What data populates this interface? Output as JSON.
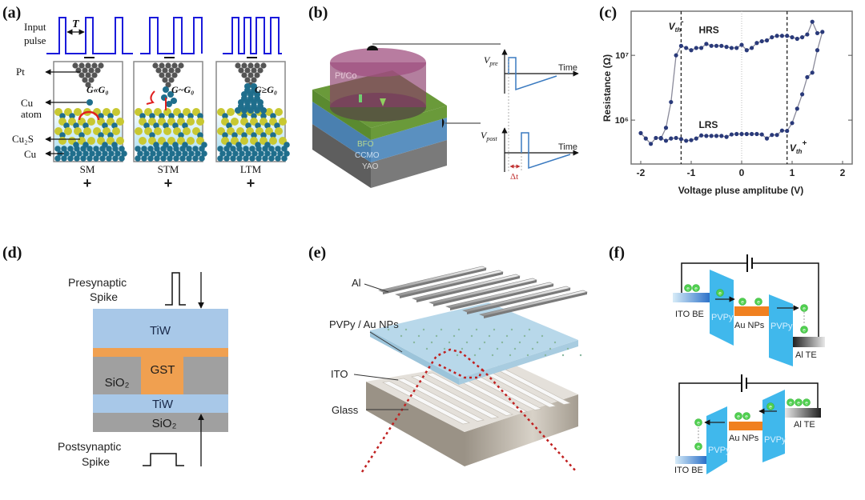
{
  "panels": {
    "a": {
      "label": "(a)",
      "period_label": "T",
      "input_label_1": "Input",
      "input_label_2": "pulse",
      "pt_label": "Pt",
      "cu_atom_label_1": "Cu",
      "cu_atom_label_2": "atom",
      "cu2s_label": "Cu₂S",
      "cu_label": "Cu",
      "states": [
        {
          "name": "SM",
          "conductance": "G«G₀",
          "sign": "+"
        },
        {
          "name": "STM",
          "conductance": "G~G₀",
          "sign": "+"
        },
        {
          "name": "LTM",
          "conductance": "G≥G₀",
          "sign": "+"
        }
      ],
      "colors": {
        "pulse": "#1a1adb",
        "cu": "#1f6e8c",
        "sulfur": "#c8c832",
        "pt": "#555555",
        "arrow": "#e02020"
      }
    },
    "b": {
      "label": "(b)",
      "electrode_label": "Pt/Co",
      "layers": [
        "BFO",
        "CCMO",
        "YAO"
      ],
      "vpre": {
        "base": "V",
        "sub": "pre"
      },
      "vpost": {
        "base": "V",
        "sub": "post"
      },
      "time_label": "Time",
      "delta_t_label": "Δt",
      "colors": {
        "electrode": "#8a3a6a",
        "bfo": "#6a9a3a",
        "ccmo": "#4a80b0",
        "yao": "#6a6a6a",
        "pulse": "#3a7ac0",
        "delta": "#c03030"
      }
    },
    "c": {
      "label": "(c)"
    },
    "d": {
      "label": "(d)",
      "pre_label_1": "Presynaptic",
      "pre_label_2": "Spike",
      "post_label_1": "Postsynaptic",
      "post_label_2": "Spike",
      "layers": {
        "top": "TiW",
        "gst": "GST",
        "side": "SiO₂",
        "bottom_electrode": "TiW",
        "substrate": "SiO₂"
      },
      "colors": {
        "tiw": "#a8c8e8",
        "gst": "#f0a050",
        "sio2": "#a0a0a0"
      }
    },
    "e": {
      "label": "(e)",
      "layers": [
        "Al",
        "PVPy / Au NPs",
        "ITO",
        "Glass"
      ],
      "colors": {
        "pvpy": "#b8d8ea",
        "glass": "#b0a89a",
        "dashed": "#c02020"
      }
    },
    "f": {
      "label": "(f)",
      "top": {
        "ito": "ITO BE",
        "pvpy_left": "PVPy",
        "au": "Au NPs",
        "pvpy_right": "PVPy",
        "al": "Al TE"
      },
      "bottom": {
        "ito": "ITO BE",
        "pvpy_left": "PVPy",
        "au": "Au NPs",
        "pvpy_right": "PVPy",
        "al": "Al TE"
      },
      "electron_label": "e",
      "colors": {
        "pvpy": "#40b8ec",
        "au": "#f08020",
        "electron": "#50d050"
      }
    }
  },
  "chart_data": {
    "type": "line",
    "title": "",
    "xlabel": "Voltage pluse amplitube (V)",
    "ylabel": "Resistance (Ω)",
    "xlim": [
      -2.2,
      2.2
    ],
    "ylim": [
      210000,
      48000000
    ],
    "yscale": "log",
    "xticks": [
      -2,
      -1,
      0,
      1,
      2
    ],
    "xtick_labels": [
      "-2",
      "-1",
      "0",
      "1",
      "2"
    ],
    "yticks": [
      1000000,
      10000000
    ],
    "ytick_labels": [
      "10⁶",
      "10⁷"
    ],
    "grid": false,
    "markers": true,
    "color": "#2a3a7a",
    "line_color": "#8a8a9a",
    "reference_lines": [
      {
        "x": -1.2,
        "style": "dashed"
      },
      {
        "x": 0.9,
        "style": "dashed"
      },
      {
        "x": 0,
        "style": "dotted"
      }
    ],
    "annotations": [
      {
        "text": "HRS",
        "x": -0.85,
        "y": 22000000
      },
      {
        "text": "LRS",
        "x": -0.85,
        "y": 750000
      },
      {
        "base": "V",
        "sub": "th",
        "sup": "-",
        "x": -1.45,
        "y": 25000000
      },
      {
        "base": "V",
        "sub": "th",
        "sup": "+",
        "x": 0.95,
        "y": 330000
      }
    ],
    "series": [
      {
        "x": [
          -2,
          -1.9,
          -1.8,
          -1.7,
          -1.6,
          -1.5,
          -1.4,
          -1.3,
          -1.2,
          -1.1,
          -1.0,
          -0.9,
          -0.8,
          -0.7,
          -0.6,
          -0.5,
          -0.4,
          -0.3,
          -0.2,
          -0.1,
          0,
          0.1,
          0.2,
          0.3,
          0.4,
          0.5,
          0.6,
          0.7,
          0.8,
          0.9,
          1.0,
          1.1,
          1.2,
          1.3,
          1.4,
          1.5,
          1.6,
          1.5,
          1.4,
          1.3,
          1.2,
          1.1,
          1.0,
          0.9,
          0.8,
          0.7,
          0.6,
          0.5,
          0.4,
          0.3,
          0.2,
          0.1,
          0,
          -0.1,
          -0.2,
          -0.3,
          -0.4,
          -0.5,
          -0.6,
          -0.7,
          -0.8,
          -0.9,
          -1.0,
          -1.1,
          -1.2,
          -1.3,
          -1.4,
          -1.5,
          -1.6
        ],
        "y": [
          630000,
          520000,
          430000,
          530000,
          530000,
          480000,
          520000,
          530000,
          510000,
          480000,
          490000,
          520000,
          580000,
          570000,
          570000,
          570000,
          570000,
          550000,
          600000,
          610000,
          610000,
          610000,
          610000,
          610000,
          600000,
          520000,
          590000,
          590000,
          690000,
          680000,
          900000,
          1500000,
          2500000,
          4600000,
          5400000,
          12000000,
          23000000,
          22000000,
          33000000,
          21000000,
          19000000,
          18000000,
          19000000,
          20000000,
          20000000,
          20000000,
          19000000,
          17000000,
          16500000,
          15500000,
          13000000,
          12000000,
          14500000,
          13000000,
          13000000,
          13500000,
          14000000,
          14000000,
          14000000,
          15000000,
          13000000,
          13000000,
          12000000,
          13000000,
          14000000,
          10000000,
          1900000,
          760000,
          520000
        ]
      }
    ]
  }
}
